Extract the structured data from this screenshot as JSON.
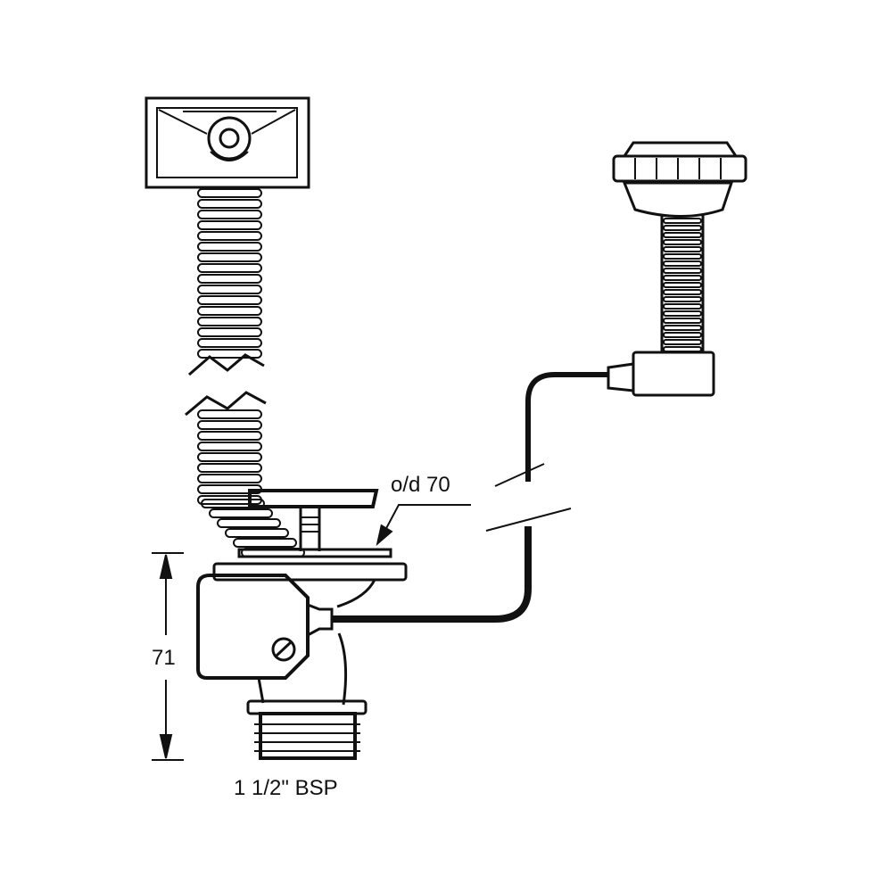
{
  "diagram": {
    "labels": {
      "outer_diameter": "o/d 70",
      "height_dimension": "71",
      "thread_size": "1 1/2\" BSP"
    },
    "colors": {
      "line": "#111111",
      "background": "#ffffff"
    }
  }
}
